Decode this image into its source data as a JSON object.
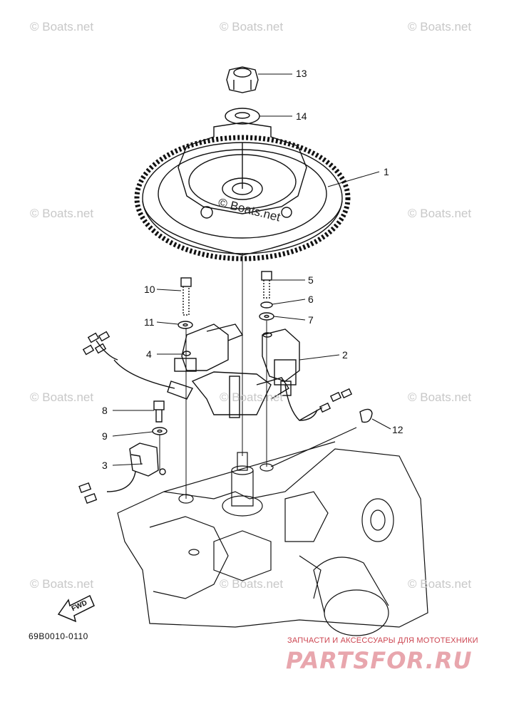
{
  "watermarks": [
    "© Boats.net",
    "© Boats.net",
    "© Boats.net",
    "© Boats.net",
    "© Boats.net",
    "© Boats.net",
    "© Boats.net",
    "© Boats.net",
    "© Boats.net",
    "© Boats.net",
    "© Boats.net"
  ],
  "flywheel_watermark": "© Boats.net",
  "callouts": [
    "1",
    "2",
    "3",
    "4",
    "5",
    "6",
    "7",
    "8",
    "9",
    "10",
    "11",
    "12",
    "13",
    "14"
  ],
  "fwd_label": "FWD",
  "diagram_code": "69B0010-0110",
  "brand": {
    "tagline": "ЗАПЧАСТИ И АКСЕССУАРЫ ДЛЯ МОТОТЕХНИКИ",
    "logo": "PARTSFOR.RU"
  },
  "colors": {
    "line": "#111111",
    "watermark": "#c8c8c8",
    "brand": "#cc4450"
  }
}
